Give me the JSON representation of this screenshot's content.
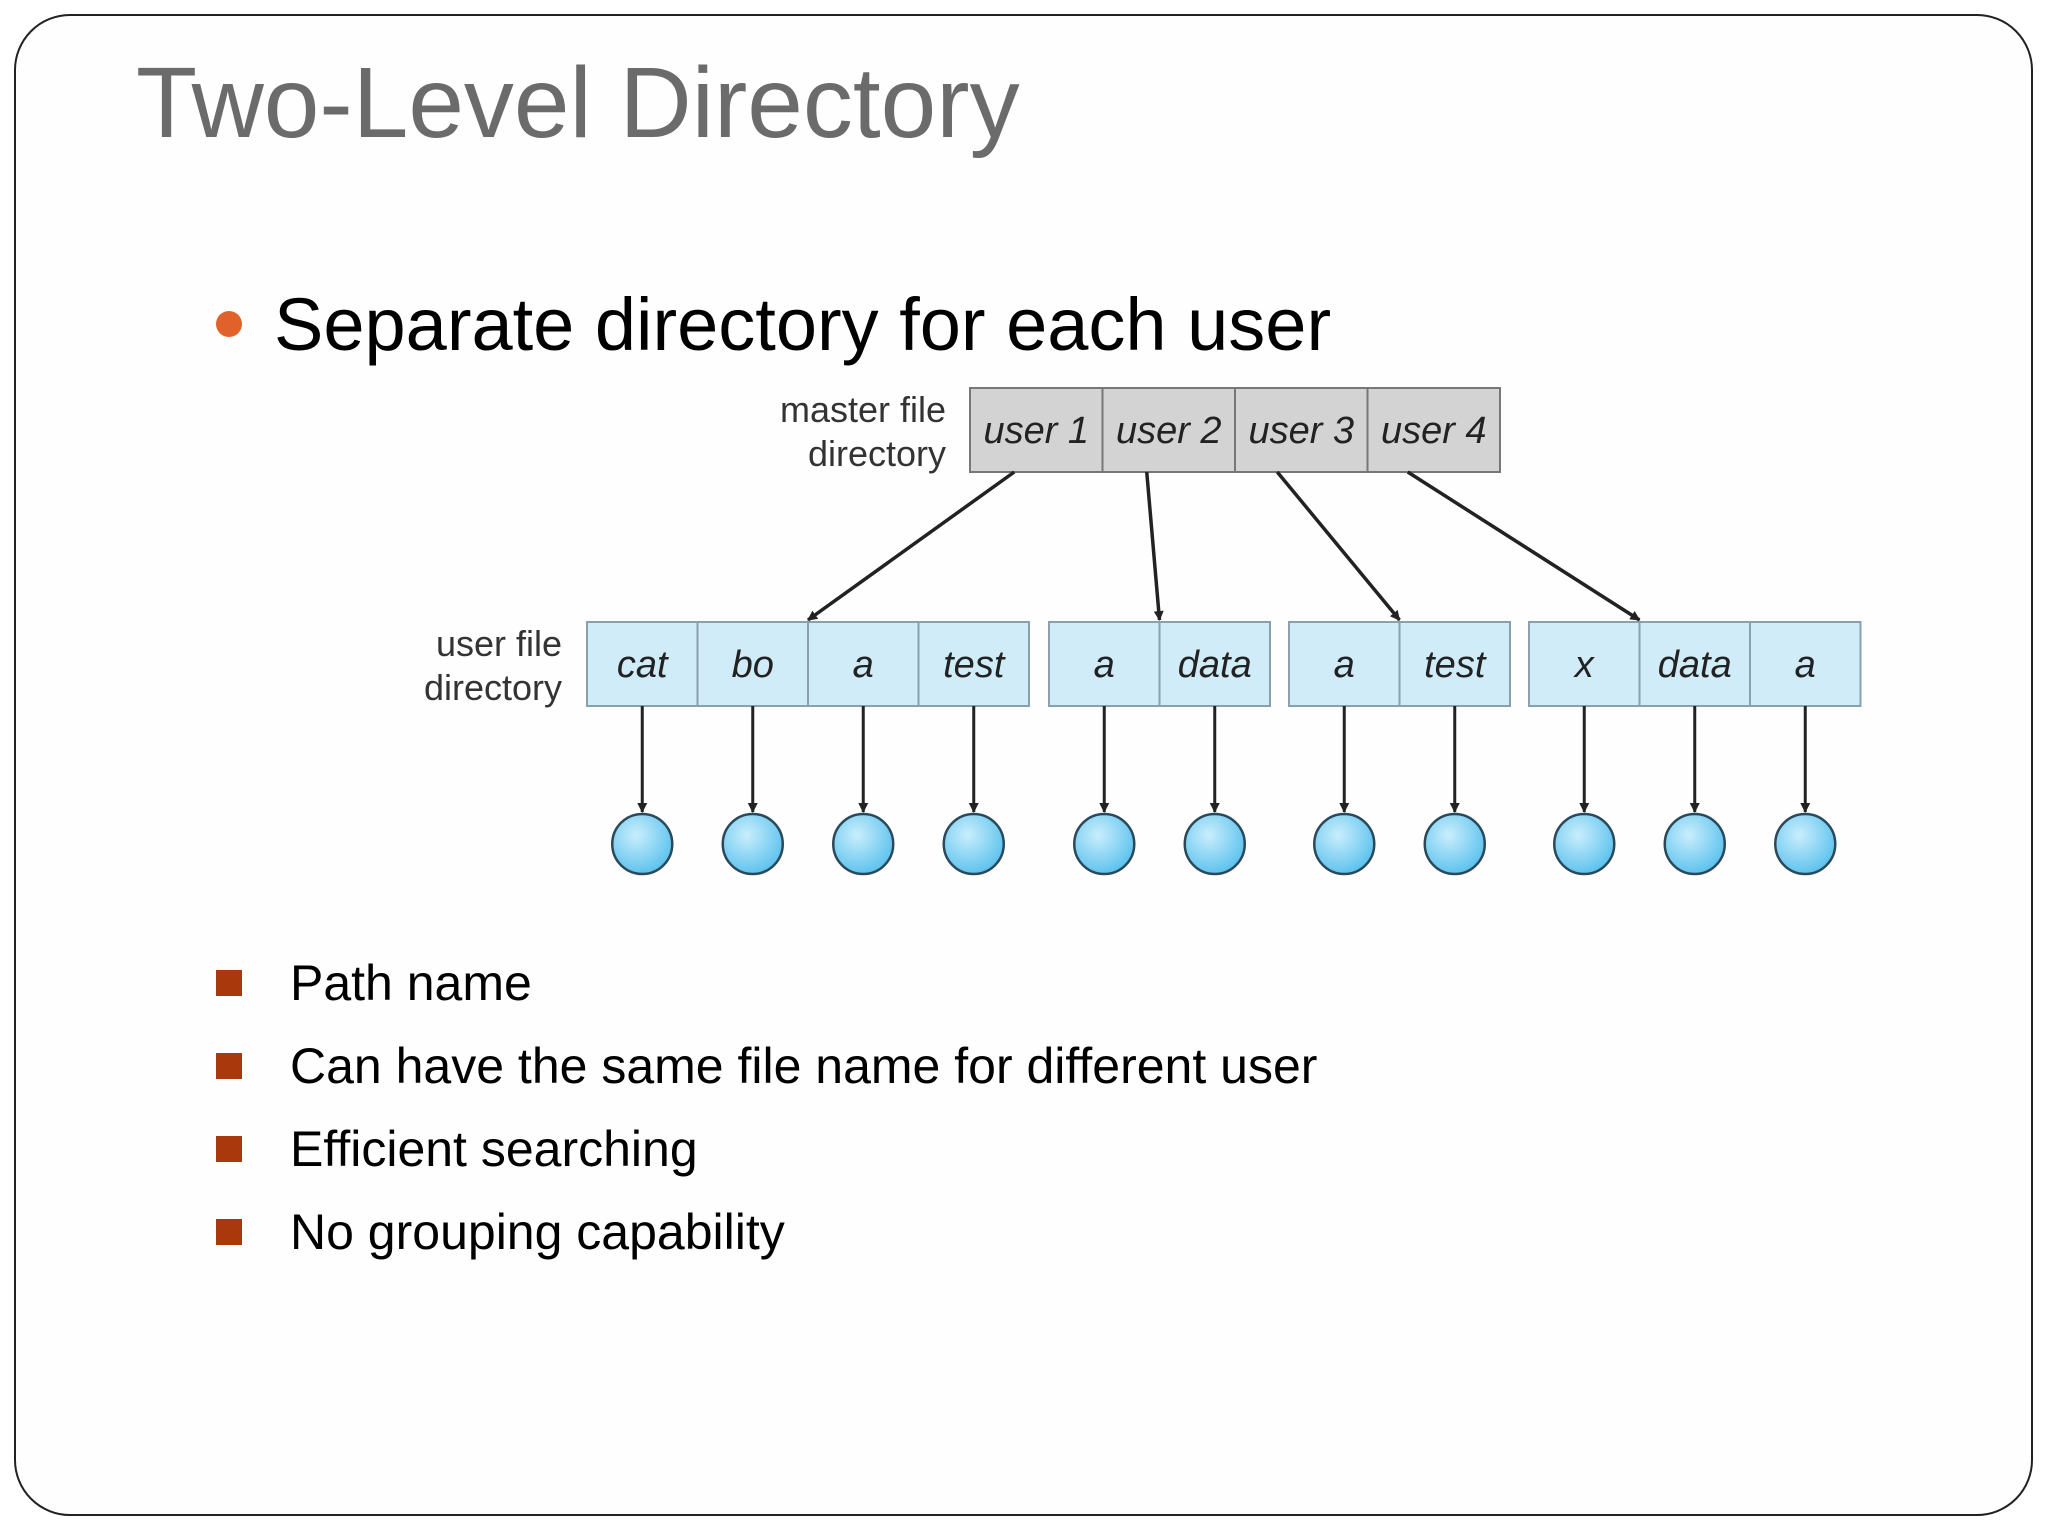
{
  "title": "Two-Level Directory",
  "main_bullet": "Separate directory for each user",
  "diagram": {
    "master_label": [
      "master file",
      "directory"
    ],
    "user_label": [
      "user file",
      "directory"
    ],
    "master_entries": [
      "user 1",
      "user 2",
      "user 3",
      "user 4"
    ],
    "user_directories": [
      [
        "cat",
        "bo",
        "a",
        "test"
      ],
      [
        "a",
        "data"
      ],
      [
        "a",
        "test"
      ],
      [
        "x",
        "data",
        "a"
      ]
    ],
    "colors": {
      "master_fill": "#d3d3d3",
      "user_fill": "#d0ecf9",
      "node_fill": "#7fd0f3"
    }
  },
  "sub_bullets": [
    "Path name",
    "Can have the same file name for different user",
    "Efficient searching",
    "No grouping capability"
  ]
}
